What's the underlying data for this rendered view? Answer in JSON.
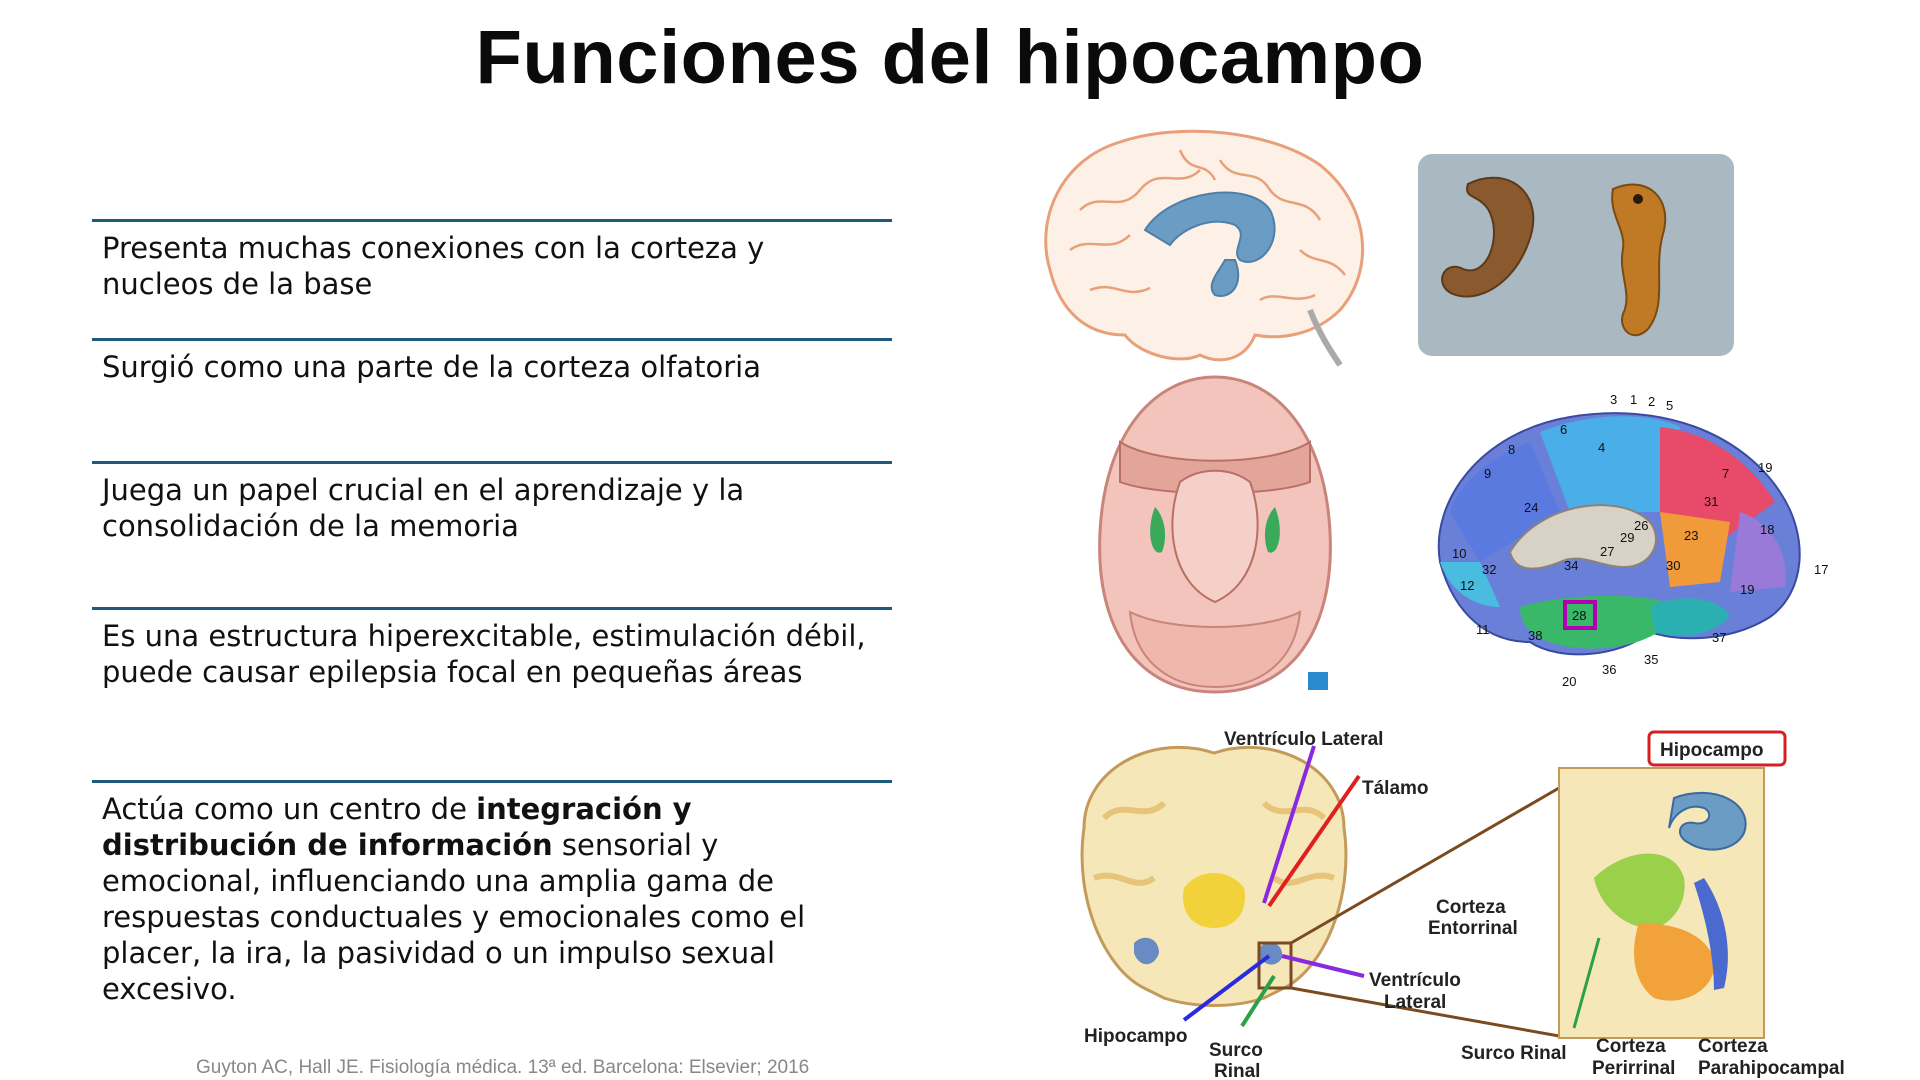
{
  "title": "Funciones del hipocampo",
  "points": [
    {
      "text": "Presenta  muchas conexiones con la corteza y  nucleos de la base"
    },
    {
      "text": "Surgió  como una parte de la corteza olfatoria"
    },
    {
      "text": "Juega  un papel crucial en el aprendizaje y la consolidación de la memoria"
    },
    {
      "text": "Es una estructura hiperexcitable, estimulación débil, puede causar epilepsia focal en pequeñas áreas"
    },
    {
      "pre": "Actúa  como un centro de ",
      "bold": "integración y distribución de información",
      "post": " sensorial y emocional, influenciando una amplia gama de respuestas conductuales y emocionales   como el placer, la ira, la pasividad o un impulso sexual excesivo."
    }
  ],
  "citation": "Guyton AC, Hall JE. Fisiología médica. 13ª ed. Barcelona: Elsevier; 2016",
  "brodmann_numbers": [
    "3",
    "1",
    "2",
    "5",
    "6",
    "4",
    "8",
    "7",
    "19",
    "9",
    "24",
    "31",
    "18",
    "26",
    "29",
    "23",
    "10",
    "32",
    "27",
    "30",
    "17",
    "34",
    "12",
    "11",
    "28",
    "19",
    "38",
    "37",
    "35",
    "36",
    "20"
  ],
  "diagram_labels": {
    "ventriculo_lateral_top": "Ventrículo Lateral",
    "talamo": "Tálamo",
    "hipocampo_box": "Hipocampo",
    "corteza_entorrinal": [
      "Corteza",
      "Entorrinal"
    ],
    "ventriculo_lateral_bottom": [
      "Ventrículo",
      "Lateral"
    ],
    "hipocampo_left": "Hipocampo",
    "surco_rinal_left": [
      "Surco",
      "Rinal"
    ],
    "surco_rinal_right": "Surco Rinal",
    "corteza_perirrinal": [
      "Corteza",
      "Perirrinal"
    ],
    "corteza_parahipocampal": [
      "Corteza",
      "Parahipocampal"
    ]
  },
  "colors": {
    "rule": "#1e5a7a",
    "hippocampus_blue": "#6a9cc4",
    "brain_outline": "#e8a07a",
    "hipocampo_box": "#d42020"
  }
}
